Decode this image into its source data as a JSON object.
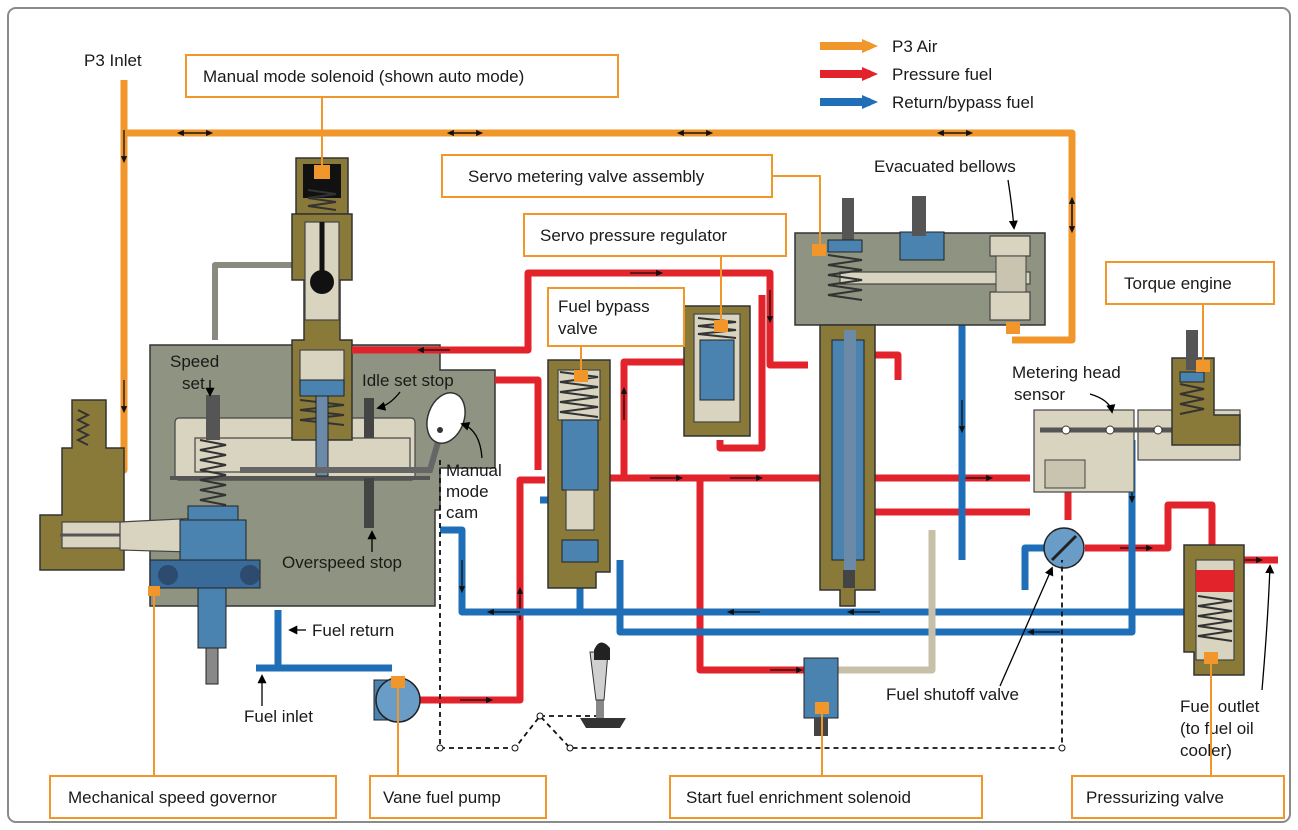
{
  "legend": {
    "items": [
      {
        "label": "P3 Air",
        "color": "#f0962a"
      },
      {
        "label": "Pressure fuel",
        "color": "#e3232c"
      },
      {
        "label": "Return/bypass fuel",
        "color": "#1f6fb8"
      }
    ]
  },
  "labels": {
    "p3_inlet": "P3 Inlet",
    "evacuated_bellows": "Evacuated bellows",
    "speed_set_1": "Speed",
    "speed_set_2": "set",
    "idle_set_stop": "Idle set stop",
    "manual_mode_cam_1": "Manual",
    "manual_mode_cam_2": "mode",
    "manual_mode_cam_3": "cam",
    "overspeed_stop": "Overspeed stop",
    "fuel_return": "Fuel return",
    "fuel_inlet": "Fuel inlet",
    "metering_head_sensor_1": "Metering head",
    "metering_head_sensor_2": "sensor",
    "fuel_shutoff_valve": "Fuel shutoff valve",
    "fuel_outlet_1": "Fuel outlet",
    "fuel_outlet_2": "(to fuel oil",
    "fuel_outlet_3": "cooler)"
  },
  "callouts": {
    "manual_mode_solenoid": "Manual mode solenoid (shown auto mode)",
    "servo_metering_valve": "Servo metering valve assembly",
    "servo_pressure_regulator": "Servo pressure regulator",
    "fuel_bypass_valve_1": "Fuel bypass",
    "fuel_bypass_valve_2": "valve",
    "torque_engine": "Torque engine",
    "mechanical_speed_governor": "Mechanical speed governor",
    "vane_fuel_pump": "Vane fuel pump",
    "start_fuel_enrichment": "Start fuel enrichment solenoid",
    "pressurizing_valve": "Pressurizing valve"
  }
}
